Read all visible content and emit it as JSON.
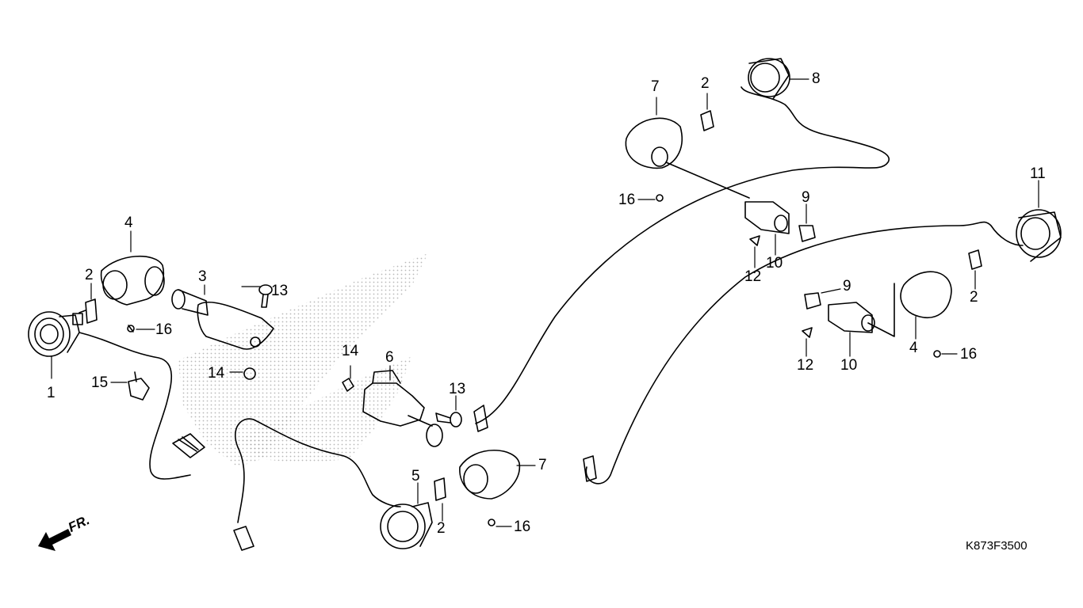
{
  "diagram": {
    "drawing_code": "K873F3500",
    "direction_mark": {
      "label": "FR.",
      "icon": "front-direction-arrow-icon"
    },
    "part_callouts": [
      "1",
      "2",
      "2",
      "2",
      "2",
      "3",
      "4",
      "4",
      "5",
      "6",
      "7",
      "7",
      "8",
      "9",
      "9",
      "10",
      "10",
      "11",
      "12",
      "12",
      "13",
      "13",
      "14",
      "14",
      "15",
      "16",
      "16",
      "16",
      "16"
    ],
    "callouts": {
      "c1": "1",
      "c2a": "2",
      "c2b": "2",
      "c2c": "2",
      "c2d": "2",
      "c3": "3",
      "c4a": "4",
      "c4b": "4",
      "c5": "5",
      "c6": "6",
      "c7a": "7",
      "c7b": "7",
      "c8": "8",
      "c9a": "9",
      "c9b": "9",
      "c10a": "10",
      "c10b": "10",
      "c11": "11",
      "c12a": "12",
      "c12b": "12",
      "c13a": "13",
      "c13b": "13",
      "c14a": "14",
      "c14b": "14",
      "c15": "15",
      "c16a": "16",
      "c16b": "16",
      "c16c": "16",
      "c16d": "16"
    },
    "colors": {
      "ink": "#000000",
      "background": "#ffffff",
      "dot_pattern": "#9a9a9a"
    }
  }
}
